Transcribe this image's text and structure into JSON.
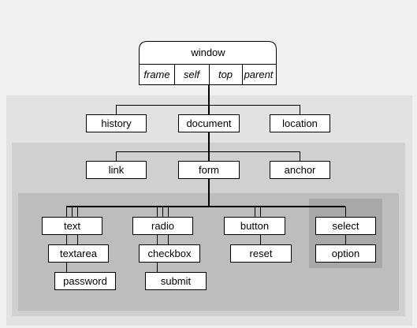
{
  "window": {
    "title": "window",
    "properties": [
      "frame",
      "self",
      "top",
      "parent"
    ]
  },
  "level1": [
    "history",
    "document",
    "location"
  ],
  "level2": [
    "link",
    "form",
    "anchor"
  ],
  "form_elements": {
    "text": "text",
    "textarea": "textarea",
    "password": "password",
    "radio": "radio",
    "checkbox": "checkbox",
    "submit": "submit",
    "button": "button",
    "reset": "reset",
    "select": "select",
    "option": "option"
  },
  "colors": {
    "background": "#f0f0f0",
    "panel_window": "#e2e2e2",
    "panel_document": "#d0d0d0",
    "panel_form": "#bdbdbd",
    "panel_select": "#a8a8a8",
    "box_fill": "#ffffff",
    "line": "#000000"
  }
}
